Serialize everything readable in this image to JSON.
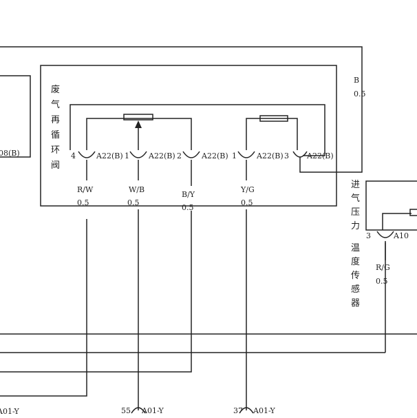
{
  "egr_valve": {
    "title_chars": [
      "废",
      "气",
      "再",
      "循",
      "环",
      "阀"
    ],
    "pins": [
      {
        "number": "4",
        "connector": "A22(B)"
      },
      {
        "number": "1",
        "connector": "A22(B)"
      },
      {
        "number": "2",
        "connector": "A22(B)"
      },
      {
        "number": "1",
        "connector": "A22(B)"
      },
      {
        "number": "3",
        "connector": "A22(B)"
      }
    ],
    "wires": [
      {
        "color": "R/W",
        "gauge": "0.5"
      },
      {
        "color": "W/B",
        "gauge": "0.5"
      },
      {
        "color": "B/Y",
        "gauge": "0.5"
      },
      {
        "color": "Y/G",
        "gauge": "0.5"
      }
    ]
  },
  "left_component": {
    "connector": "08(B)"
  },
  "top_wire": {
    "color": "B",
    "gauge": "0.5"
  },
  "map_sensor": {
    "title_chars": [
      "进",
      "气",
      "压",
      "力",
      "温",
      "度",
      "传",
      "感",
      "器"
    ],
    "pin": {
      "number": "3",
      "connector": "A10"
    },
    "wire": {
      "color": "R/G",
      "gauge": "0.5"
    }
  },
  "bottom_connectors": [
    {
      "number": "",
      "connector": "A01-Y"
    },
    {
      "number": "55",
      "connector": "A01-Y"
    },
    {
      "number": "37",
      "connector": "A01-Y"
    }
  ]
}
